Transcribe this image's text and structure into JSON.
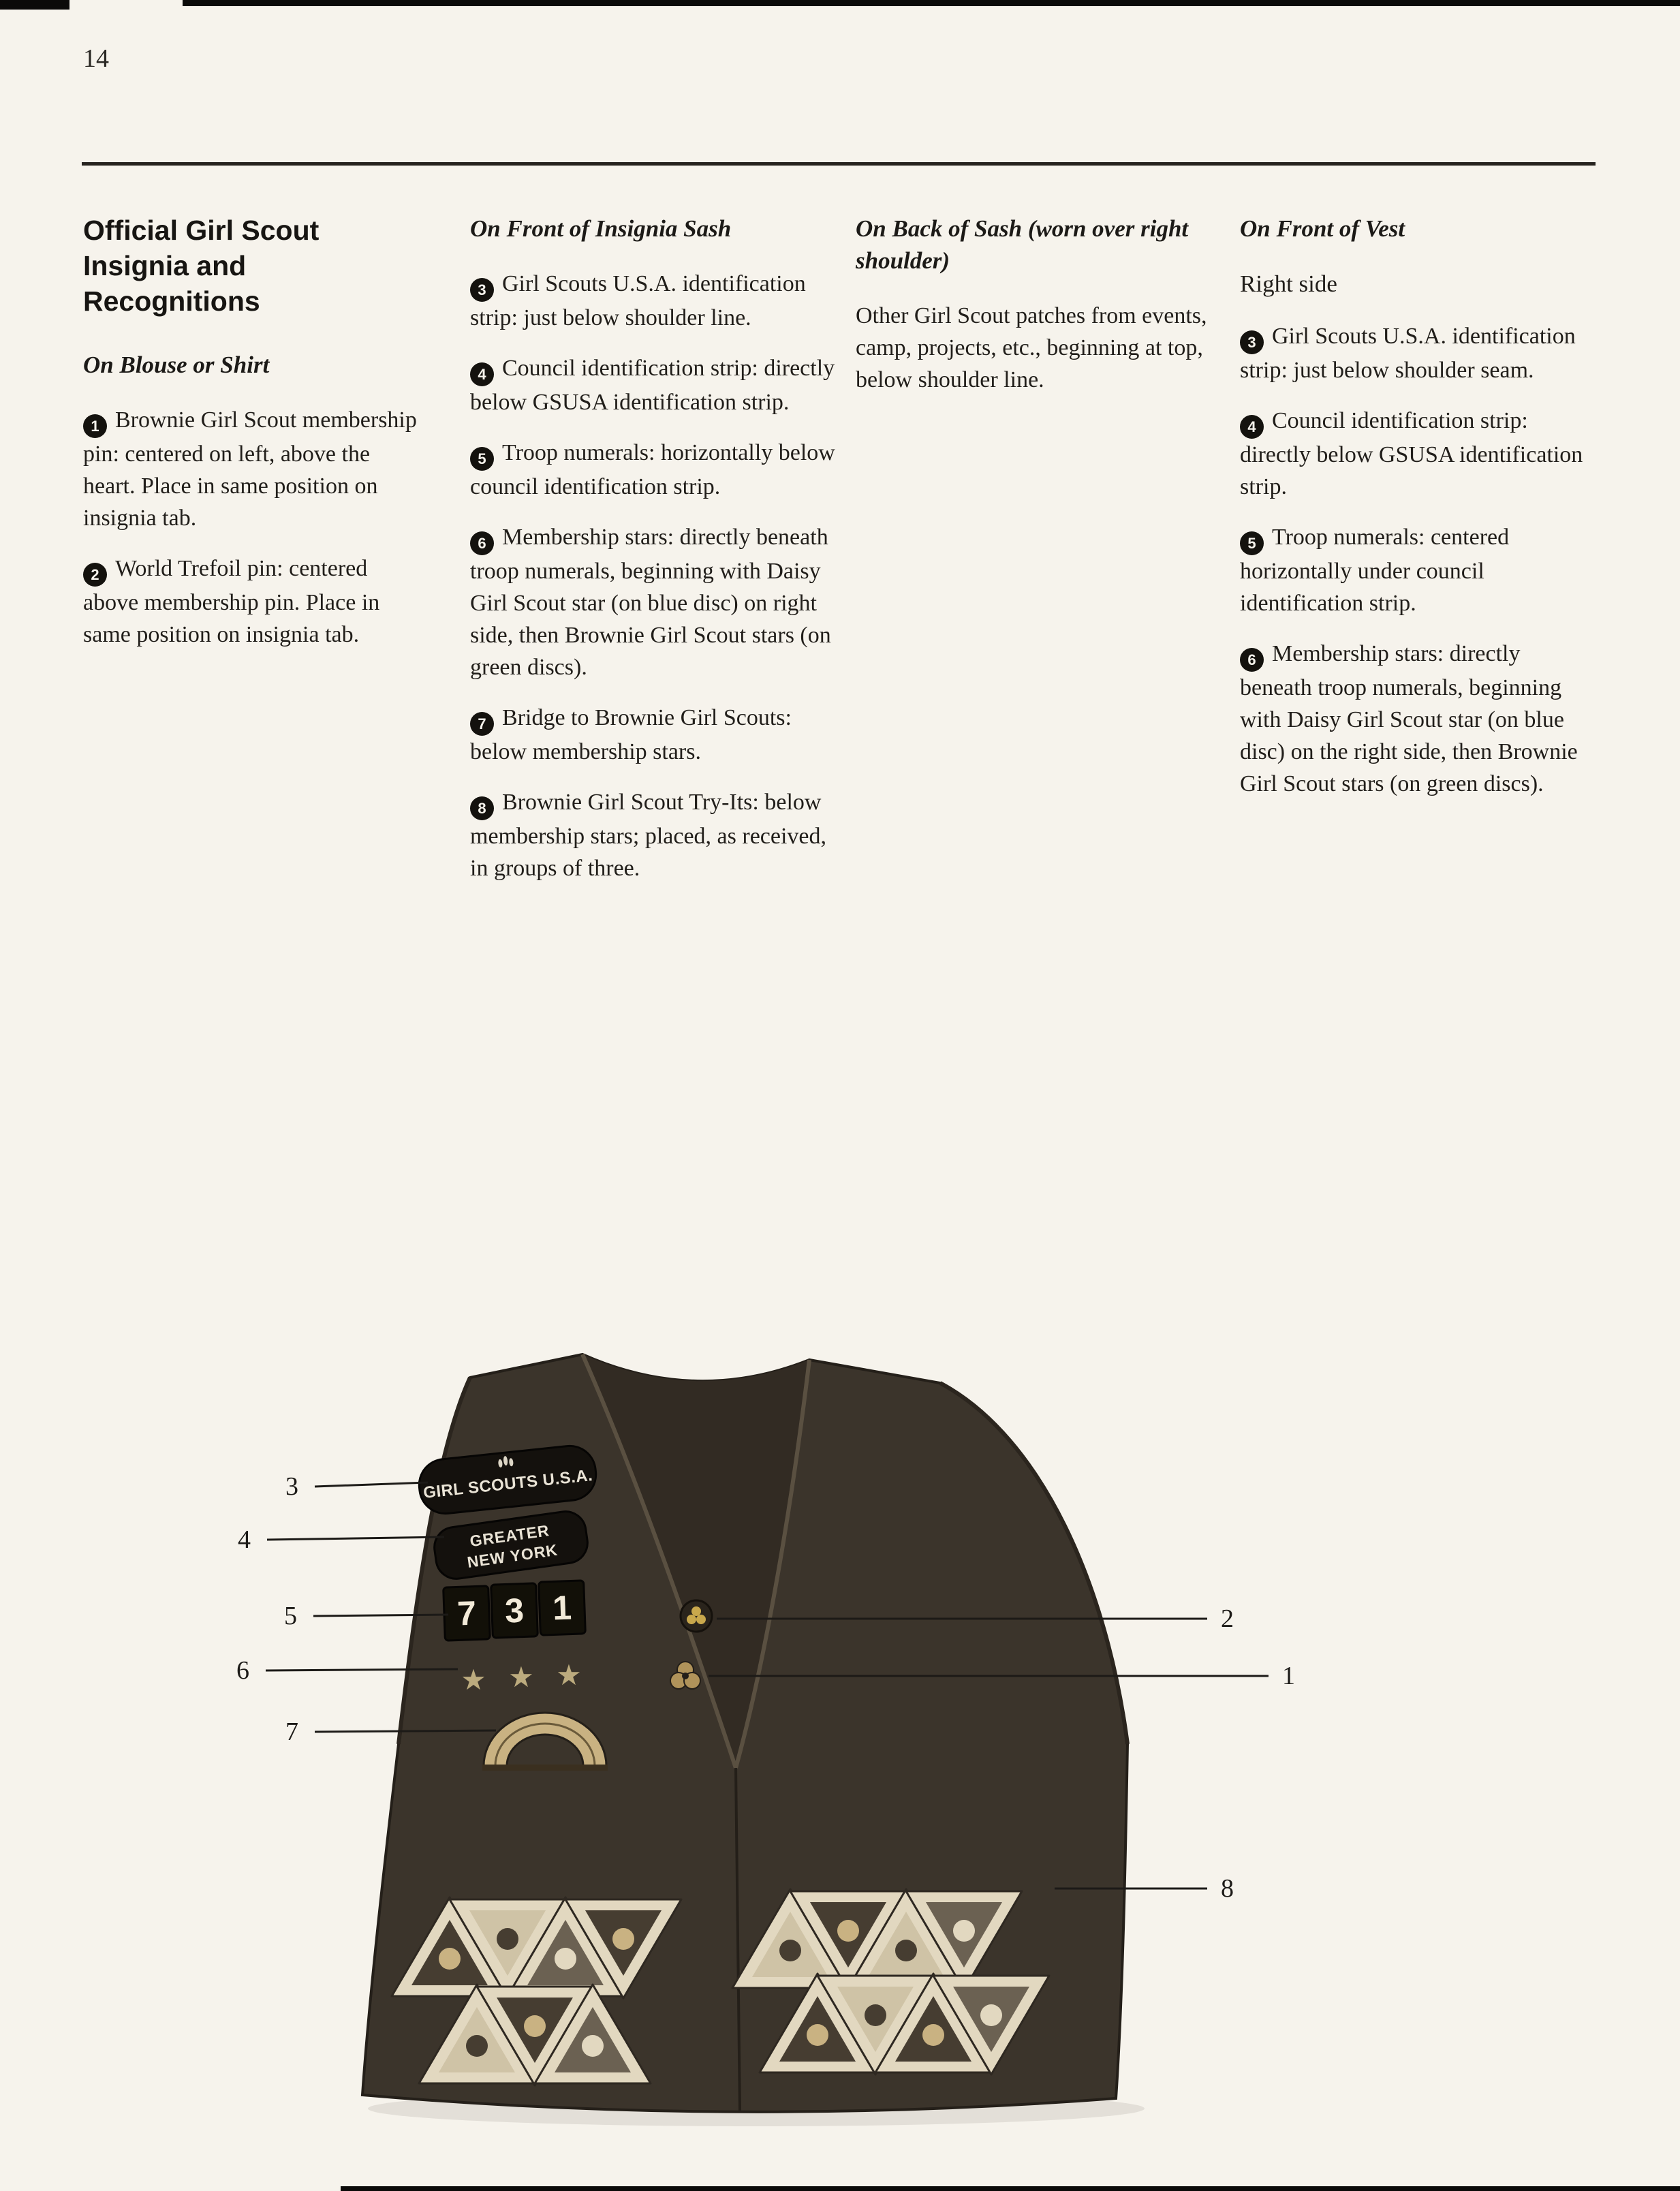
{
  "page": {
    "number": "14"
  },
  "columns": {
    "col1": {
      "heading": "Official Girl Scout Insignia and Recognitions",
      "subheading": "On Blouse or Shirt",
      "items": [
        {
          "num": "1",
          "text": "Brownie Girl Scout membership pin: centered on left, above the heart. Place in same position on insignia tab."
        },
        {
          "num": "2",
          "text": "World Trefoil pin: centered above membership pin. Place in same position on insignia tab."
        }
      ]
    },
    "col2": {
      "heading": "On Front of Insignia Sash",
      "items": [
        {
          "num": "3",
          "text": "Girl Scouts U.S.A. identification strip: just below shoulder line."
        },
        {
          "num": "4",
          "text": "Council identification strip: directly below GSUSA identification strip."
        },
        {
          "num": "5",
          "text": "Troop numerals: horizontally below council identification strip."
        },
        {
          "num": "6",
          "text": "Membership stars: directly beneath troop numerals, beginning with Daisy Girl Scout star (on blue disc) on right side, then Brownie Girl Scout stars (on green discs)."
        },
        {
          "num": "7",
          "text": "Bridge to Brownie Girl Scouts: below membership stars."
        },
        {
          "num": "8",
          "text": "Brownie Girl Scout Try-Its: below membership stars; placed, as received, in groups of three."
        }
      ]
    },
    "col3": {
      "heading": "On Back of Sash (worn over right shoulder)",
      "body": "Other Girl Scout patches from events, camp, projects, etc., beginning at top, below shoulder line."
    },
    "col4": {
      "heading": "On Front of Vest",
      "subheading": "Right side",
      "items": [
        {
          "num": "3",
          "text": "Girl Scouts U.S.A. identification strip: just below shoulder seam."
        },
        {
          "num": "4",
          "text": "Council identification strip: directly below GSUSA identification strip."
        },
        {
          "num": "5",
          "text": "Troop numerals: centered horizontally under council identification strip."
        },
        {
          "num": "6",
          "text": "Membership stars: directly beneath troop numerals, beginning with Daisy Girl Scout star (on blue disc) on the right side, then Brownie Girl Scout stars (on green discs)."
        }
      ]
    }
  },
  "vest": {
    "id_strip": "GIRL SCOUTS U.S.A.",
    "council_line1": "GREATER",
    "council_line2": "NEW YORK",
    "troop_digits": [
      "7",
      "3",
      "1"
    ],
    "callouts": [
      "1",
      "2",
      "3",
      "4",
      "5",
      "6",
      "7",
      "8"
    ]
  },
  "icons": {
    "star": "★"
  },
  "colors": {
    "page_bg": "#f6f3ec",
    "text": "#1e1c19",
    "vest": "#3b342b",
    "patch_black": "#14110d",
    "gold": "#c9b282"
  }
}
